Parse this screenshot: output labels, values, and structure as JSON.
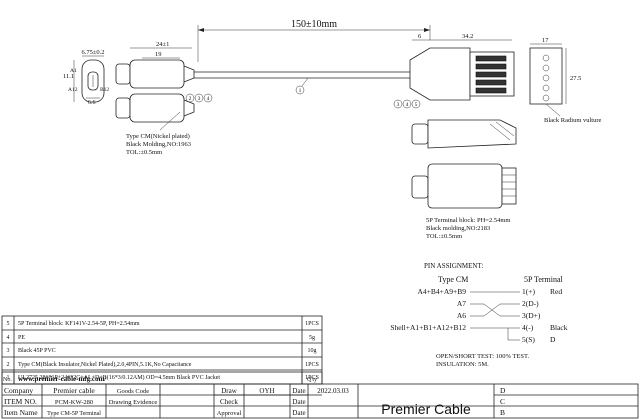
{
  "dimensions": {
    "total_length": "150±10mm",
    "width_6_75": "6.75±0.2",
    "len_24": "24±1",
    "len_19": "19",
    "h_11_1": "11.1",
    "w_6_6": "6.6",
    "left_6": "6",
    "len_34_2": "34.2",
    "top_17": "17",
    "h_27_5": "27.5"
  },
  "pin_labels_typec": {
    "a1": "A1",
    "a12": "A12",
    "b12": "B12"
  },
  "callouts": {
    "c1": "1",
    "c2": "2",
    "c3": "3",
    "c4": "4",
    "c5": "5"
  },
  "notes": {
    "typec": [
      "Type CM(Nickel plated)",
      "Black Molding,NO:1963",
      "TOL:±0.5mm"
    ],
    "terminal": [
      "5P Terminal block: PH=2.54mm",
      "Black molding,NO:2183",
      "TOL:±0.5mm"
    ],
    "black_radium": "Black Radium vulture"
  },
  "pin_assignment": {
    "title": "PIN ASSIGNMENT:",
    "left_header": "Type CM",
    "right_header": "5P Terminal",
    "rows": [
      {
        "left": "A4+B4+A9+B9",
        "right": "1(+)",
        "color": "Red"
      },
      {
        "left": "A7",
        "right": "2(D-)",
        "color": ""
      },
      {
        "left": "A6",
        "right": "3(D+)",
        "color": ""
      },
      {
        "left": "Shell+A1+B1+A12+B12",
        "right": "4(-)",
        "color": "Black"
      },
      {
        "left": "",
        "right": "5(S)",
        "color": "D"
      }
    ],
    "test": "OPEN/SHORT TEST: 100% TEST.",
    "insulation": "INSULATION: 5M."
  },
  "bom": [
    {
      "no": "5",
      "item": "5P Terminal block: KF141V-2.54-5P, PH=2.54mm",
      "qty": "1PCS"
    },
    {
      "no": "4",
      "item": "PE",
      "qty": "5g"
    },
    {
      "no": "3",
      "item": "Black 45P PVC",
      "qty": "10g"
    },
    {
      "no": "2",
      "item": "Type CM(Black Insulator,Nickel Plated),2.0,4PIN,5.1K,No Capacitance",
      "qty": "1PCS"
    },
    {
      "no": "1",
      "item": "UL2725 28#*1P+24#*2C+AL+D+B(16*3/0.12AM) OD=4.5mm Black  PVC Jacket",
      "qty": "1PCS"
    }
  ],
  "bom_header": {
    "no": "No.",
    "item": "www.premier-cable-mfg.com/",
    "qty": "Q'ty"
  },
  "title_block": {
    "company_label": "Company",
    "company_value": "Premier cable",
    "goods_code_label": "Goods Code",
    "item_no_label": "ITEM NO.",
    "item_no_value": "PCM-KW-280",
    "drawing_evidence_label": "Drawing Evidence",
    "item_name_label": "Item Name",
    "item_name_value": "Type CM-5P Terminal",
    "draw_label": "Draw",
    "draw_value": "OYH",
    "date_label": "Date",
    "date_value": "2022.03.03",
    "check_label": "Check",
    "approval_label": "Approval",
    "brand": "Premier Cable",
    "rev_d": "D",
    "rev_c": "C",
    "rev_b": "B"
  }
}
